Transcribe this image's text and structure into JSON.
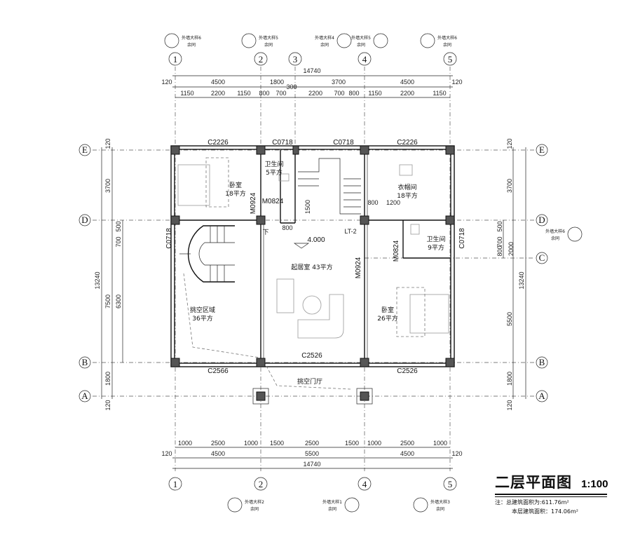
{
  "drawing": {
    "title": "二层平面图",
    "scale": "1:100",
    "note_total_area": "注：总建筑面积为:611.76m²",
    "note_floor_area": "本层建筑面积：174.06m²"
  },
  "axes": {
    "vertical": [
      "1",
      "2",
      "3",
      "4",
      "5"
    ],
    "horizontal": [
      "E",
      "D",
      "C",
      "B",
      "A"
    ]
  },
  "dims_top": {
    "total": "14740",
    "row2": [
      "120",
      "4500",
      "1800",
      "3700",
      "4500",
      "120"
    ],
    "row3": [
      "1150",
      "2200",
      "1150",
      "800",
      "700",
      "300",
      "2200",
      "700",
      "800",
      "1150",
      "2200",
      "1150"
    ]
  },
  "dims_bottom": {
    "row1": [
      "1000",
      "2500",
      "1000",
      "1500",
      "2500",
      "1500",
      "1000",
      "2500",
      "1000"
    ],
    "row2": [
      "120",
      "4500",
      "5500",
      "4500",
      "120"
    ],
    "total": "14740"
  },
  "dims_left": [
    "120",
    "3700",
    "13240",
    "7500",
    "1800",
    "120",
    "500",
    "700",
    "6300"
  ],
  "dims_right": [
    "120",
    "3700",
    "13240",
    "5500",
    "1800",
    "120",
    "500",
    "700",
    "800",
    "2000"
  ],
  "dims_inner": [
    "1500",
    "800",
    "800",
    "1200"
  ],
  "windows": [
    "C2226",
    "C0718",
    "C0718",
    "C2226",
    "C0718",
    "C0718",
    "C2566",
    "C2526",
    "C2526",
    "M0824",
    "M0924",
    "M0824",
    "M0924"
  ],
  "rooms": [
    {
      "name": "卧室",
      "area": "18平方"
    },
    {
      "name": "卫生间",
      "area": "5平方"
    },
    {
      "name": "衣帽间",
      "area": "18平方"
    },
    {
      "name": "卫生间",
      "area": "9平方"
    },
    {
      "name": "起居室 43平方",
      "area": ""
    },
    {
      "name": "挑空区域",
      "area": "36平方"
    },
    {
      "name": "卧室",
      "area": "26平方"
    },
    {
      "name": "挑空门厅",
      "area": ""
    }
  ],
  "elevation": "4.000",
  "stair_label": "LT-2",
  "stair_down": "下",
  "callouts": [
    {
      "label": "外墙大样6",
      "sub": "余同"
    },
    {
      "label": "外墙大样5",
      "sub": "余同"
    },
    {
      "label": "外墙大样4",
      "sub": "余同"
    },
    {
      "label": "外墙大样5",
      "sub": "余同"
    },
    {
      "label": "外墙大样6",
      "sub": "余同"
    },
    {
      "label": "外墙大样6",
      "sub": "余同"
    },
    {
      "label": "外墙大样2",
      "sub": "余同"
    },
    {
      "label": "外墙大样1",
      "sub": "余同"
    },
    {
      "label": "外墙大样3",
      "sub": "余同"
    }
  ]
}
